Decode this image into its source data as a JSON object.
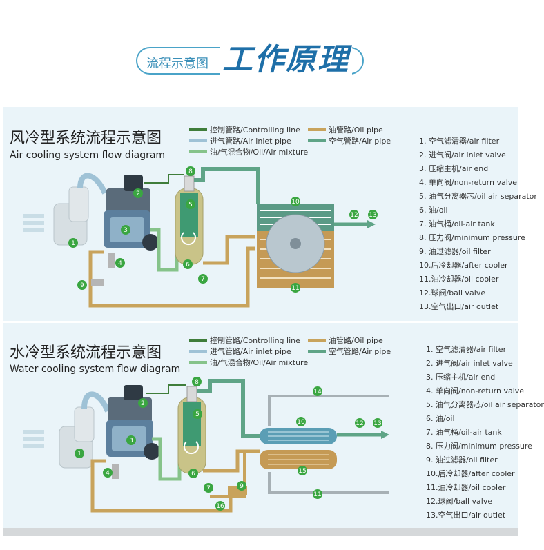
{
  "header": {
    "small_title": "流程示意图",
    "big_title": "工作原理"
  },
  "colors": {
    "control": "#3f7d3a",
    "air_inlet": "#9fc2d6",
    "mixture": "#86c38a",
    "oil": "#c8a35c",
    "air": "#5fa487",
    "marker": "#3aa641",
    "accent": "#1e6fa8"
  },
  "air_panel": {
    "title_zh": "风冷型系统流程示意图",
    "title_en": "Air cooling system flow diagram",
    "legend": [
      {
        "label": "控制管路/Controlling line",
        "color": "#3f7d3a"
      },
      {
        "label": "油管路/Oil pipe",
        "color": "#c8a35c"
      },
      {
        "label": "进气管路/Air inlet pipe",
        "color": "#9fc2d6"
      },
      {
        "label": "空气管路/Air pipe",
        "color": "#5fa487"
      },
      {
        "label": "油/气混合物/Oil/Air mixture",
        "color": "#86c38a"
      }
    ],
    "parts": [
      "1. 空气滤清器/air filter",
      "2. 进气阀/air inlet valve",
      "3. 压缩主机/air end",
      "4. 单向阀/non-return valve",
      "5. 油气分离器芯/oil air separator",
      "6. 油/oil",
      "7. 油气桶/oil-air tank",
      "8. 压力阀/minimum pressure",
      "9. 油过滤器/oil filter",
      "10.后冷却器/after cooler",
      "11.油冷却器/oil cooler",
      "12.球阀/ball valve",
      "13.空气出口/air outlet"
    ],
    "markers": [
      "1",
      "2",
      "3",
      "4",
      "5",
      "6",
      "7",
      "8",
      "9",
      "10",
      "11",
      "12",
      "13"
    ]
  },
  "water_panel": {
    "title_zh": "水冷型系统流程示意图",
    "title_en": "Water cooling system flow diagram",
    "legend": [
      {
        "label": "控制管路/Controlling line",
        "color": "#3f7d3a"
      },
      {
        "label": "油管路/Oil pipe",
        "color": "#c8a35c"
      },
      {
        "label": "进气管路/Air inlet pipe",
        "color": "#9fc2d6"
      },
      {
        "label": "空气管路/Air pipe",
        "color": "#5fa487"
      },
      {
        "label": "油/气混合物/Oil/Air mixture",
        "color": "#86c38a"
      }
    ],
    "parts": [
      "1. 空气滤清器/air filter",
      "2. 进气阀/air inlet valve",
      "3. 压缩主机/air end",
      "4. 单向阀/non-return valve",
      "5. 油气分离器芯/oil air separator",
      "6. 油/oil",
      "7. 油气桶/oil-air tank",
      "8. 压力阀/minimum pressure",
      "9. 油过滤器/oil filter",
      "10.后冷却器/after cooler",
      "11.油冷却器/oil cooler",
      "12.球阀/ball valve",
      "13.空气出口/air outlet"
    ],
    "markers": [
      "1",
      "2",
      "3",
      "4",
      "5",
      "6",
      "7",
      "8",
      "9",
      "10",
      "11",
      "12",
      "13",
      "14",
      "15",
      "16"
    ]
  }
}
